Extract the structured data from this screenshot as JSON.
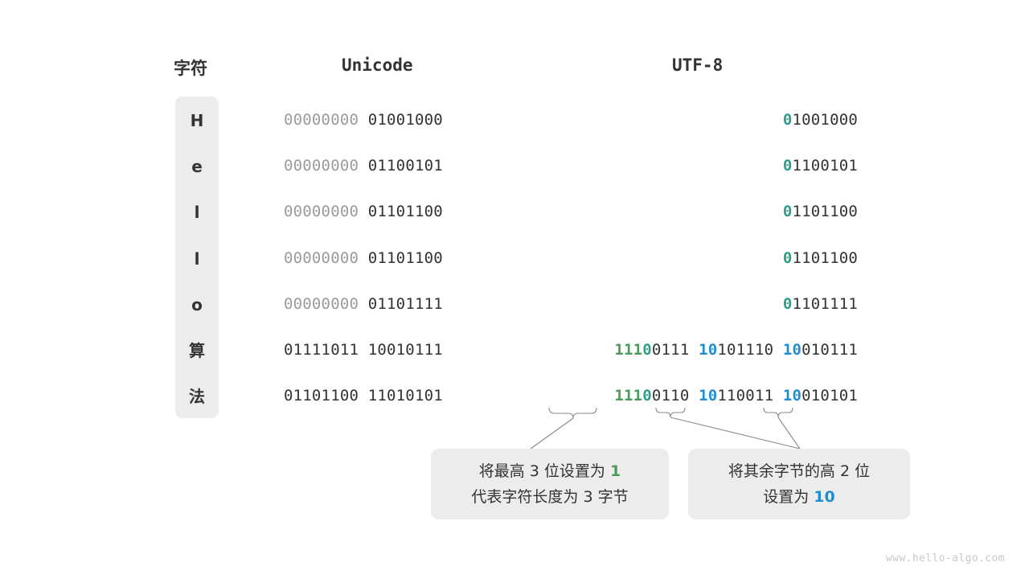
{
  "headers": {
    "char": "字符",
    "unicode": "Unicode",
    "utf8": "UTF-8"
  },
  "colors": {
    "pill_bg": "#ececec",
    "text": "#333333",
    "padding_gray": "#9b9b9b",
    "teal": "#2e9d8a",
    "green": "#4c9b5c",
    "blue": "#1f8ed1",
    "watermark": "#c9c9c9"
  },
  "rows": [
    {
      "char": "H",
      "unicode_pad": "00000000 ",
      "unicode_body": "01001000",
      "utf8_prefix_kind": "teal",
      "utf8_segments": [
        {
          "lead": "0",
          "lead_kind": "teal",
          "rest": "1001000"
        }
      ]
    },
    {
      "char": "e",
      "unicode_pad": "00000000 ",
      "unicode_body": "01100101",
      "utf8_prefix_kind": "teal",
      "utf8_segments": [
        {
          "lead": "0",
          "lead_kind": "teal",
          "rest": "1100101"
        }
      ]
    },
    {
      "char": "l",
      "unicode_pad": "00000000 ",
      "unicode_body": "01101100",
      "utf8_prefix_kind": "teal",
      "utf8_segments": [
        {
          "lead": "0",
          "lead_kind": "teal",
          "rest": "1101100"
        }
      ]
    },
    {
      "char": "l",
      "unicode_pad": "00000000 ",
      "unicode_body": "01101100",
      "utf8_prefix_kind": "teal",
      "utf8_segments": [
        {
          "lead": "0",
          "lead_kind": "teal",
          "rest": "1101100"
        }
      ]
    },
    {
      "char": "o",
      "unicode_pad": "00000000 ",
      "unicode_body": "01101111",
      "utf8_prefix_kind": "teal",
      "utf8_segments": [
        {
          "lead": "0",
          "lead_kind": "teal",
          "rest": "1101111"
        }
      ]
    },
    {
      "char": "算",
      "unicode_pad": "",
      "unicode_body": "01111011 10010111",
      "utf8_prefix_kind": "green",
      "utf8_segments": [
        {
          "lead": "111",
          "lead_kind": "green",
          "lead2": "0",
          "lead2_kind": "teal",
          "rest": "0111"
        },
        {
          "lead": "10",
          "lead_kind": "blue",
          "rest": "101110"
        },
        {
          "lead": "10",
          "lead_kind": "blue",
          "rest": "010111"
        }
      ]
    },
    {
      "char": "法",
      "unicode_pad": "",
      "unicode_body": "01101100 11010101",
      "utf8_prefix_kind": "green",
      "utf8_segments": [
        {
          "lead": "111",
          "lead_kind": "green",
          "lead2": "0",
          "lead2_kind": "teal",
          "rest": "0110"
        },
        {
          "lead": "10",
          "lead_kind": "blue",
          "rest": "110011"
        },
        {
          "lead": "10",
          "lead_kind": "blue",
          "rest": "010101"
        }
      ]
    }
  ],
  "callouts": [
    {
      "id": "callout-1",
      "line1_pre": "将最高 3 位设置为 ",
      "line1_hi": "1",
      "line1_hi_kind": "green",
      "line2_pre": "代表字符长度为 3 字节",
      "line2_hi": "",
      "line2_hi_kind": ""
    },
    {
      "id": "callout-2",
      "line1_pre": "将其余字节的高 2 位",
      "line1_hi": "",
      "line1_hi_kind": "",
      "line2_pre": "设置为 ",
      "line2_hi": "10",
      "line2_hi_kind": "blue"
    }
  ],
  "watermark": "www.hello-algo.com"
}
